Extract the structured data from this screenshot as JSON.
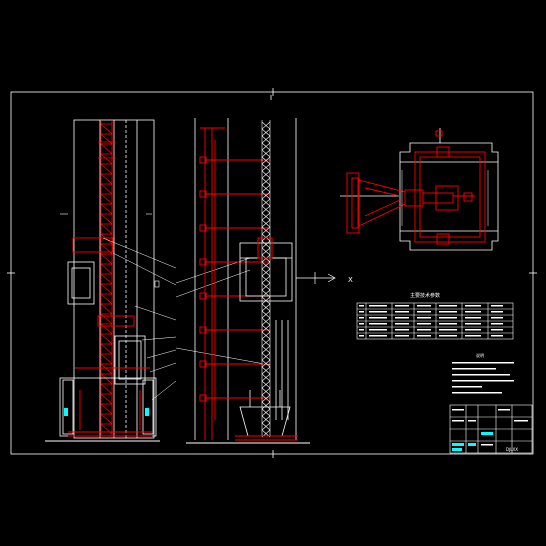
{
  "drawing": {
    "section_marker": "X",
    "parameter_table_title": "主要技术参数",
    "notes_title": "说明",
    "title_block": {
      "code": "DJLXX"
    }
  },
  "colors": {
    "background": "#000000",
    "frame": "#ffffff",
    "structure": "#ff0000",
    "mast": "#ffffff",
    "accent": "#00ffff"
  }
}
